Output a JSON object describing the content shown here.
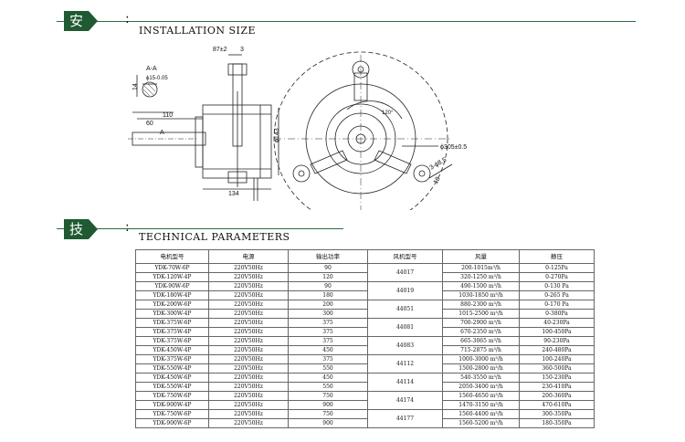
{
  "section1": {
    "title_cn": "安装尺寸",
    "colon": ":",
    "title_en": "INSTALLATION SIZE"
  },
  "section2": {
    "title_cn": "技术参数",
    "colon": ":",
    "title_en": "TECHNICAL PARAMETERS"
  },
  "drawing": {
    "section_label": "A-A",
    "dim_14": "14",
    "dim_shaft": "ϕ15-0.05",
    "dim_87": "87±2",
    "dim_3": "3",
    "dim_60": "60",
    "dim_110": "110",
    "dim_a": "A",
    "dim_143": "ϕ143",
    "dim_134": "134",
    "dim_120deg": "120°",
    "dim_305": "ϕ305±0.5",
    "dim_hole": "3-ϕ8.5",
    "dim_18": "18"
  },
  "table": {
    "headers": [
      "电机型号",
      "电源",
      "输出功率",
      "风机型号",
      "风量",
      "静压"
    ],
    "motors": [
      [
        "YDK-70W-6P",
        "220V50Hz",
        "90"
      ],
      [
        "YDK-120W-4P",
        "220V50Hz",
        "120"
      ],
      [
        "YDK-90W-6P",
        "220V50Hz",
        "90"
      ],
      [
        "YDK-180W-4P",
        "220V50Hz",
        "180"
      ],
      [
        "YDK-200W-6P",
        "220V50Hz",
        "200"
      ],
      [
        "YDK-300W-4P",
        "220V50Hz",
        "300"
      ],
      [
        "YDK-375W-6P",
        "220V50Hz",
        "375"
      ],
      [
        "YDK-375W-4P",
        "220V50Hz",
        "375"
      ],
      [
        "YDK-375W-6P",
        "220V50Hz",
        "375"
      ],
      [
        "YDK-450W-4P",
        "220V50Hz",
        "450"
      ],
      [
        "YDK-375W-6P",
        "220V50Hz",
        "375"
      ],
      [
        "YDK-550W-4P",
        "220V50Hz",
        "550"
      ],
      [
        "YDK-450W-6P",
        "220V50Hz",
        "450"
      ],
      [
        "YDK-550W-4P",
        "220V50Hz",
        "550"
      ],
      [
        "YDK-750W-6P",
        "220V50Hz",
        "750"
      ],
      [
        "YDK-900W-4P",
        "220V50Hz",
        "900"
      ],
      [
        "YDK-750W-6P",
        "220V50Hz",
        "750"
      ],
      [
        "YDK-900W-6P",
        "220V50Hz",
        "900"
      ]
    ],
    "fans": [
      "44017",
      "44019",
      "44051",
      "44081",
      "44083",
      "44112",
      "44114",
      "44174",
      "44177"
    ],
    "airflow": [
      [
        "200-1015m³/h",
        "0-125Pa"
      ],
      [
        "320-1250 m³/h",
        "0-270Pa"
      ],
      [
        "490-1500 m³/h",
        "0-130 Pa"
      ],
      [
        "1030-1850 m³/h",
        "0-265 Pa"
      ],
      [
        "880-2300 m³/h",
        "0-170 Pa"
      ],
      [
        "1015-2500 m³/h",
        "0-380Pa"
      ],
      [
        "700-2900 m³/h",
        "40-230Pa"
      ],
      [
        "670-2350 m³/h",
        "100-450Pa"
      ],
      [
        "665-3065 m³/h",
        "90-230Pa"
      ],
      [
        "715-2875 m³/h",
        "240-480Pa"
      ],
      [
        "1000-3000 m³/h",
        "100-240Pa"
      ],
      [
        "1500-2800 m³/h",
        "360-500Pa"
      ],
      [
        "540-3550 m³/h",
        "150-230Pa"
      ],
      [
        "2050-3400 m³/h",
        "230-410Pa"
      ],
      [
        "1560-4650 m³/h",
        "200-360Pa"
      ],
      [
        "1470-3150 m³/h",
        "470-610Pa"
      ],
      [
        "1560-4400 m³/h",
        "300-350Pa"
      ],
      [
        "1560-5200 m³/h",
        "180-350Pa"
      ]
    ]
  },
  "colors": {
    "accent": "#1f5a32",
    "line": "#2e6b3e"
  }
}
